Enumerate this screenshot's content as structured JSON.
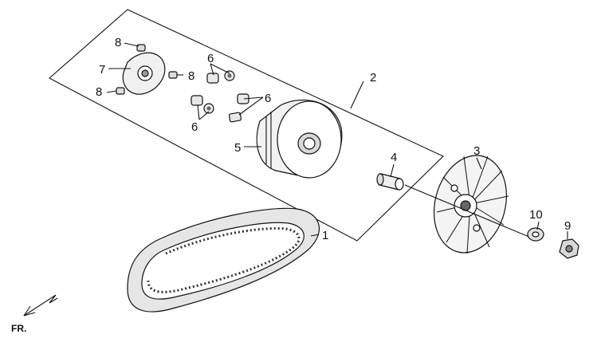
{
  "diagram": {
    "callouts": {
      "c1": "1",
      "c2": "2",
      "c3": "3",
      "c4": "4",
      "c5": "5",
      "c6a": "6",
      "c6b": "6",
      "c6c": "6",
      "c7": "7",
      "c8a": "8",
      "c8b": "8",
      "c8c": "8",
      "c9": "9",
      "c10": "10"
    },
    "direction_label": "FR."
  }
}
